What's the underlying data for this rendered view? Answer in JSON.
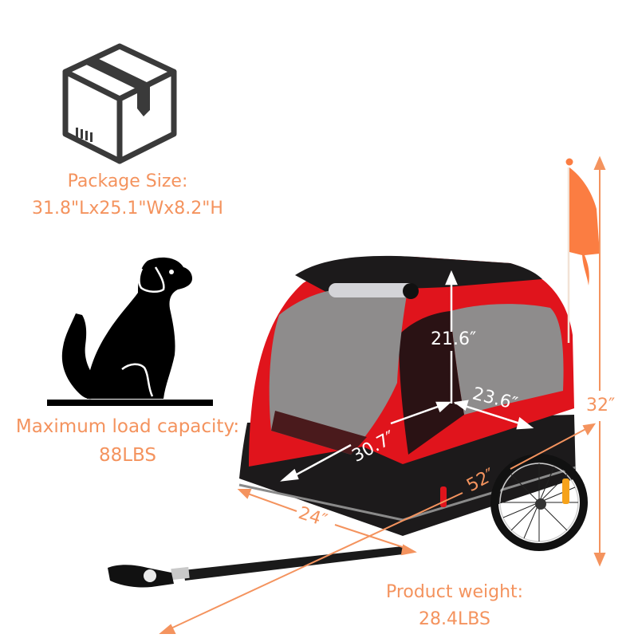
{
  "colors": {
    "accent_orange": "#f4935e",
    "trailer_red": "#e0141c",
    "trailer_black": "#1c1a1b",
    "mesh_gray": "#8e8c8c",
    "icon_dark": "#3a3a3a",
    "flag_orange": "#fb7d42",
    "reflector": "#f6a21a"
  },
  "package": {
    "icon": "package-box-icon",
    "title": "Package Size:",
    "value": "31.8\"Lx25.1\"Wx8.2\"H"
  },
  "load": {
    "icon": "dog-icon",
    "title": "Maximum load capacity:",
    "value": "88LBS"
  },
  "weight": {
    "title": "Product weight:",
    "value": "28.4LBS"
  },
  "dimensions": {
    "interior_height": "21.6″",
    "interior_width": "23.6″",
    "interior_length": "30.7″",
    "overall_height": "32″",
    "overall_length": "52″",
    "overall_width": "24″"
  },
  "product": {
    "name": "pet bike trailer",
    "features": [
      "safety-flag",
      "mesh-windows",
      "roll-up-cover",
      "tow-bar-hitch",
      "spoked-wheel",
      "reflector"
    ]
  }
}
